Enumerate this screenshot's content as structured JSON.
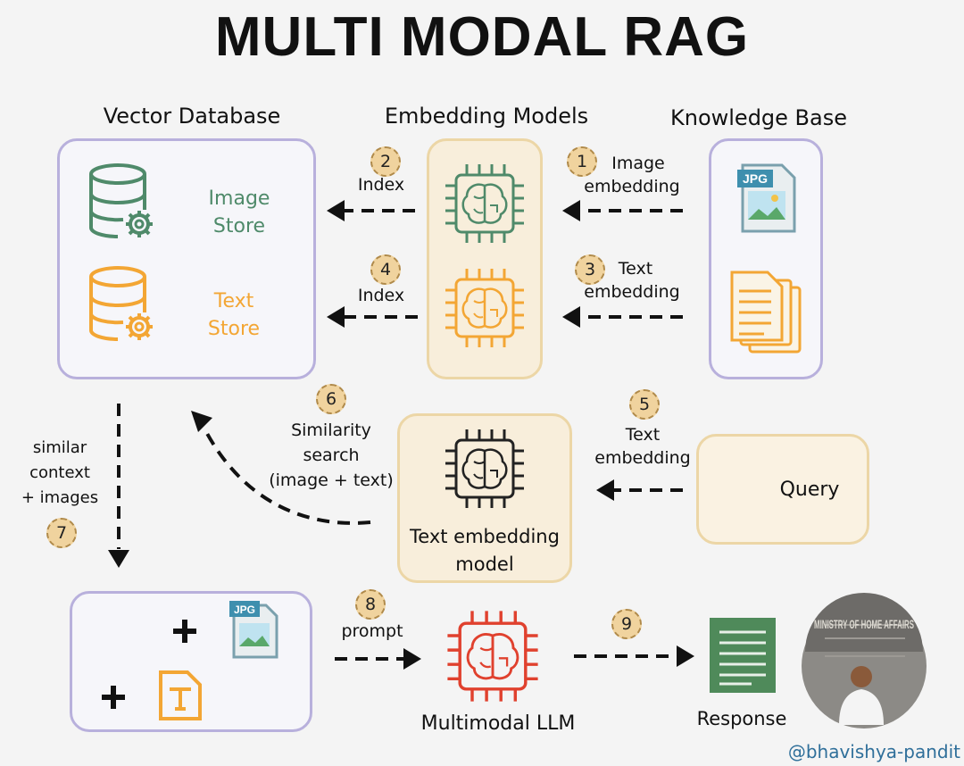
{
  "title": "MULTI MODAL RAG",
  "headers": {
    "vector_db": "Vector Database",
    "embedding_models": "Embedding Models",
    "knowledge_base": "Knowledge Base"
  },
  "stores": {
    "image_store_line1": "Image",
    "image_store_line2": "Store",
    "text_store_line1": "Text",
    "text_store_line2": "Store"
  },
  "steps": {
    "s1": "1",
    "s2": "2",
    "s3": "3",
    "s4": "4",
    "s5": "5",
    "s6": "6",
    "s7": "7",
    "s8": "8",
    "s9": "9"
  },
  "labels": {
    "image_embedding_1": "Image",
    "image_embedding_2": "embedding",
    "index_top": "Index",
    "text_embedding_1": "Text",
    "text_embedding_2": "embedding",
    "index_bottom": "Index",
    "query_text_embedding_1": "Text",
    "query_text_embedding_2": "embedding",
    "similarity_1": "Similarity",
    "similarity_2": "search",
    "similarity_3": "(image + text)",
    "similar_1": "similar",
    "similar_2": "context",
    "similar_3": "+ images",
    "text_model_1": "Text embedding",
    "text_model_2": "model",
    "query": "Query",
    "prompt": "prompt",
    "llm": "Multimodal LLM",
    "response": "Response",
    "jpg": "JPG",
    "jpg_small": "JPG",
    "handle": "@bhavishya-pandit",
    "sign_text": "MINISTRY OF HOME AFFAIRS"
  },
  "colors": {
    "green": "#4f8a6a",
    "orange": "#f3a634",
    "red": "#e0412e",
    "purple_border": "#b8b0dc",
    "cream": "#f8eedb",
    "handle": "#2f6f9a"
  }
}
